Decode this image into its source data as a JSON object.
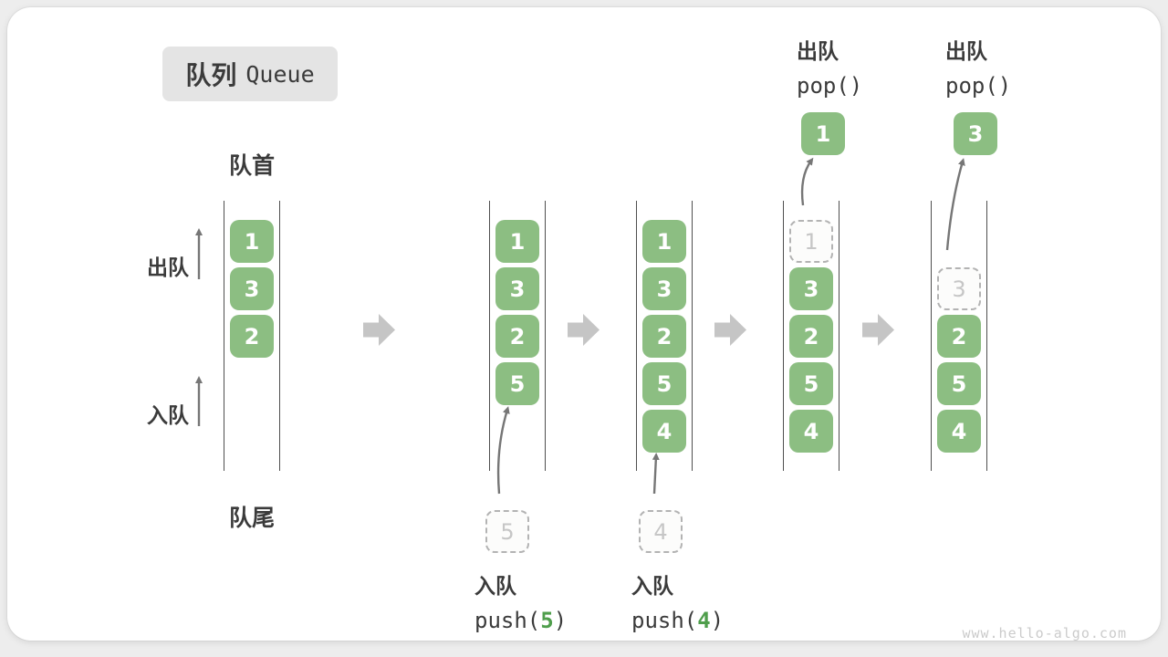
{
  "title": {
    "zh": "队列",
    "en": "Queue"
  },
  "side_labels": {
    "front": "队首",
    "rear": "队尾",
    "dequeue": "出队",
    "enqueue": "入队"
  },
  "queues": [
    {
      "name": "state-initial",
      "items": [
        "1",
        "3",
        "2"
      ]
    },
    {
      "name": "state-after-push-5",
      "items": [
        "1",
        "3",
        "2",
        "5"
      ]
    },
    {
      "name": "state-after-push-4",
      "items": [
        "1",
        "3",
        "2",
        "5",
        "4"
      ]
    },
    {
      "name": "state-after-pop-1",
      "ghost": "1",
      "items": [
        "3",
        "2",
        "5",
        "4"
      ]
    },
    {
      "name": "state-after-pop-3",
      "ghost": "3",
      "items": [
        "2",
        "5",
        "4"
      ]
    }
  ],
  "operations": {
    "push_5": {
      "label": "入队",
      "code_prefix": "push(",
      "arg": "5",
      "code_suffix": ")",
      "ghost_value": "5"
    },
    "push_4": {
      "label": "入队",
      "code_prefix": "push(",
      "arg": "4",
      "code_suffix": ")",
      "ghost_value": "4"
    },
    "pop_1": {
      "label": "出队",
      "code": "pop()",
      "popped_value": "1"
    },
    "pop_3": {
      "label": "出队",
      "code": "pop()",
      "popped_value": "3"
    }
  },
  "colors": {
    "item_green": "#8cbe82",
    "arg_green": "#4f9e4c",
    "block_arrow_gray": "#c5c5c5",
    "thin_arrow_gray": "#767676",
    "dashed_border": "#b3b3b3",
    "ghost_text": "#c6c6c6",
    "text_dark": "#3b3b3b",
    "title_bg": "#e4e4e4",
    "watermark_gray": "#cbcbcb"
  },
  "page": {
    "watermark": "www.hello-algo.com"
  }
}
